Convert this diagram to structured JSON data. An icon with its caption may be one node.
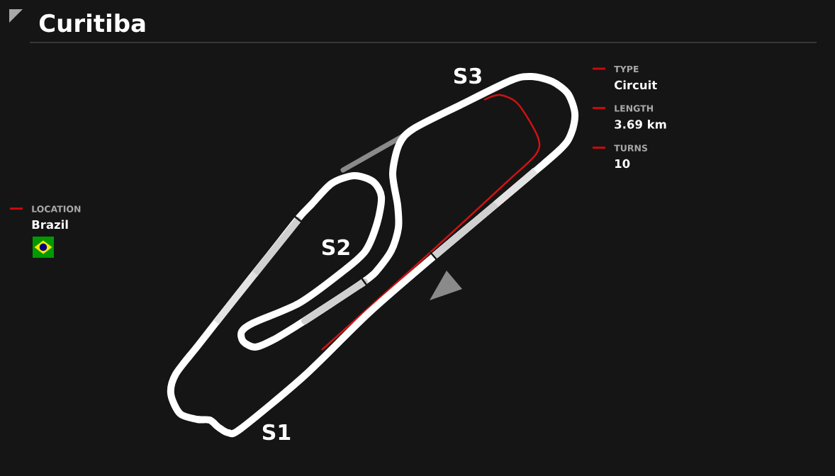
{
  "diagram": {
    "title": "Curitiba",
    "labels": [
      "LOCATION",
      "Brazil",
      "S3",
      "S2",
      "S1",
      "TYPE",
      "Circuit",
      "LENGTH",
      "3.69 km",
      "TURNS",
      "10"
    ]
  }
}
